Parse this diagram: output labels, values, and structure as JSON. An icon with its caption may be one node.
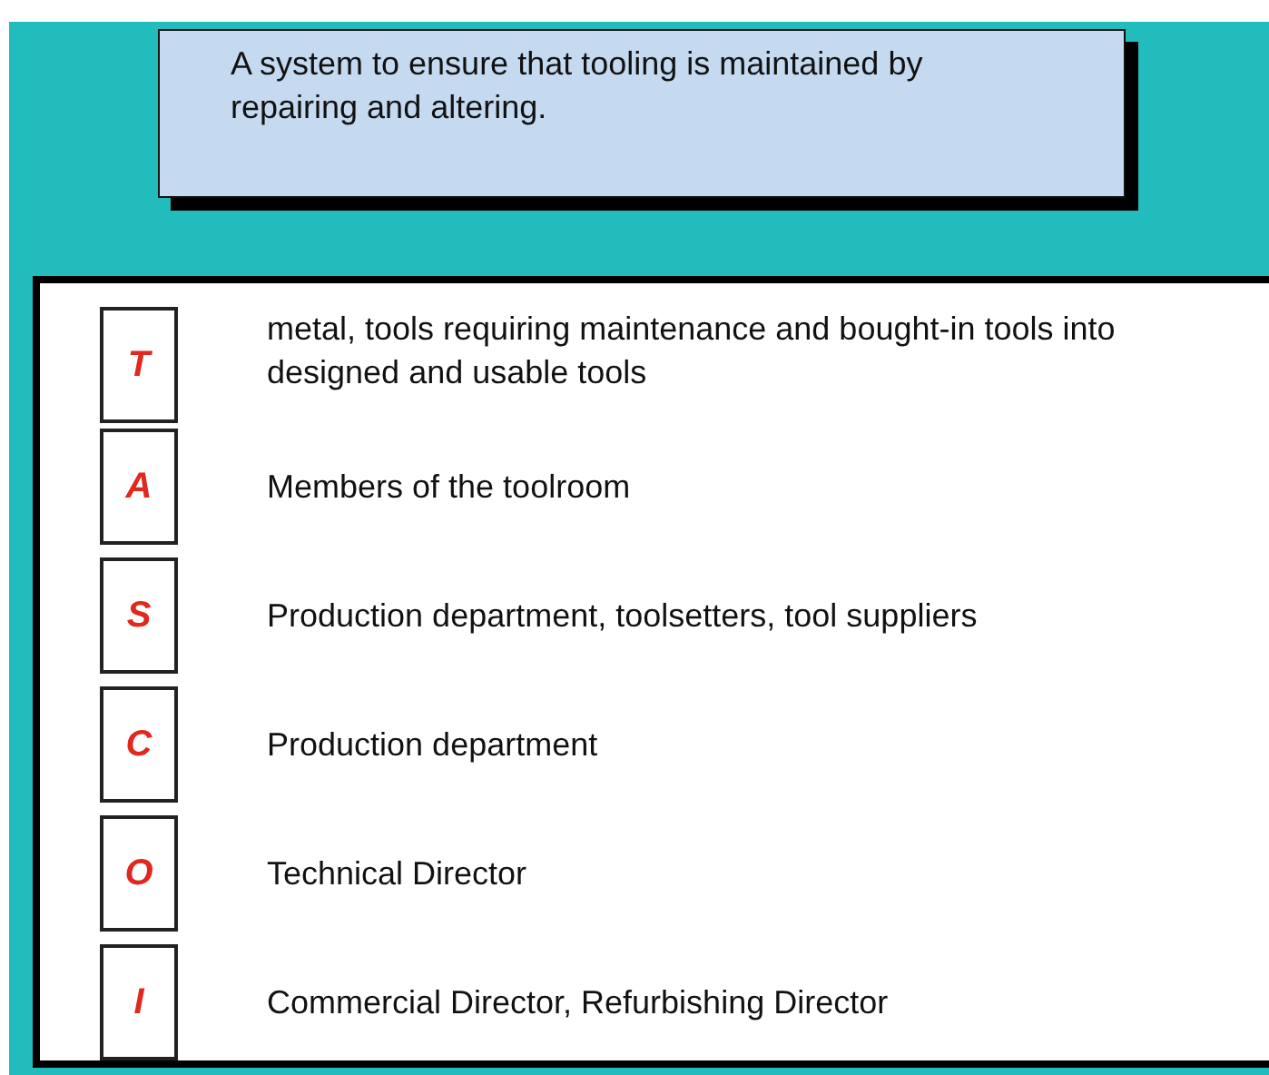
{
  "diagram": {
    "nodes": [
      {
        "text": [
          "A system to ensure that tooling is maintained by repairing and altering."
        ]
      },
      {
        "text": [
          "T"
        ],
        "beside": [
          "metal, tools requiring maintenance and bought-in tools into designed and usable tools"
        ]
      },
      {
        "text": [
          "A"
        ],
        "beside": [
          "Members of the toolroom"
        ]
      },
      {
        "text": [
          "S"
        ],
        "beside": [
          "Production department, toolsetters, tool suppliers"
        ]
      },
      {
        "text": [
          "C"
        ],
        "beside": [
          "Production department"
        ]
      },
      {
        "text": [
          "O"
        ],
        "beside": [
          "Technical Director"
        ]
      },
      {
        "text": [
          "I"
        ],
        "beside": [
          "Commercial Director, Refurbishing Director"
        ]
      }
    ]
  }
}
